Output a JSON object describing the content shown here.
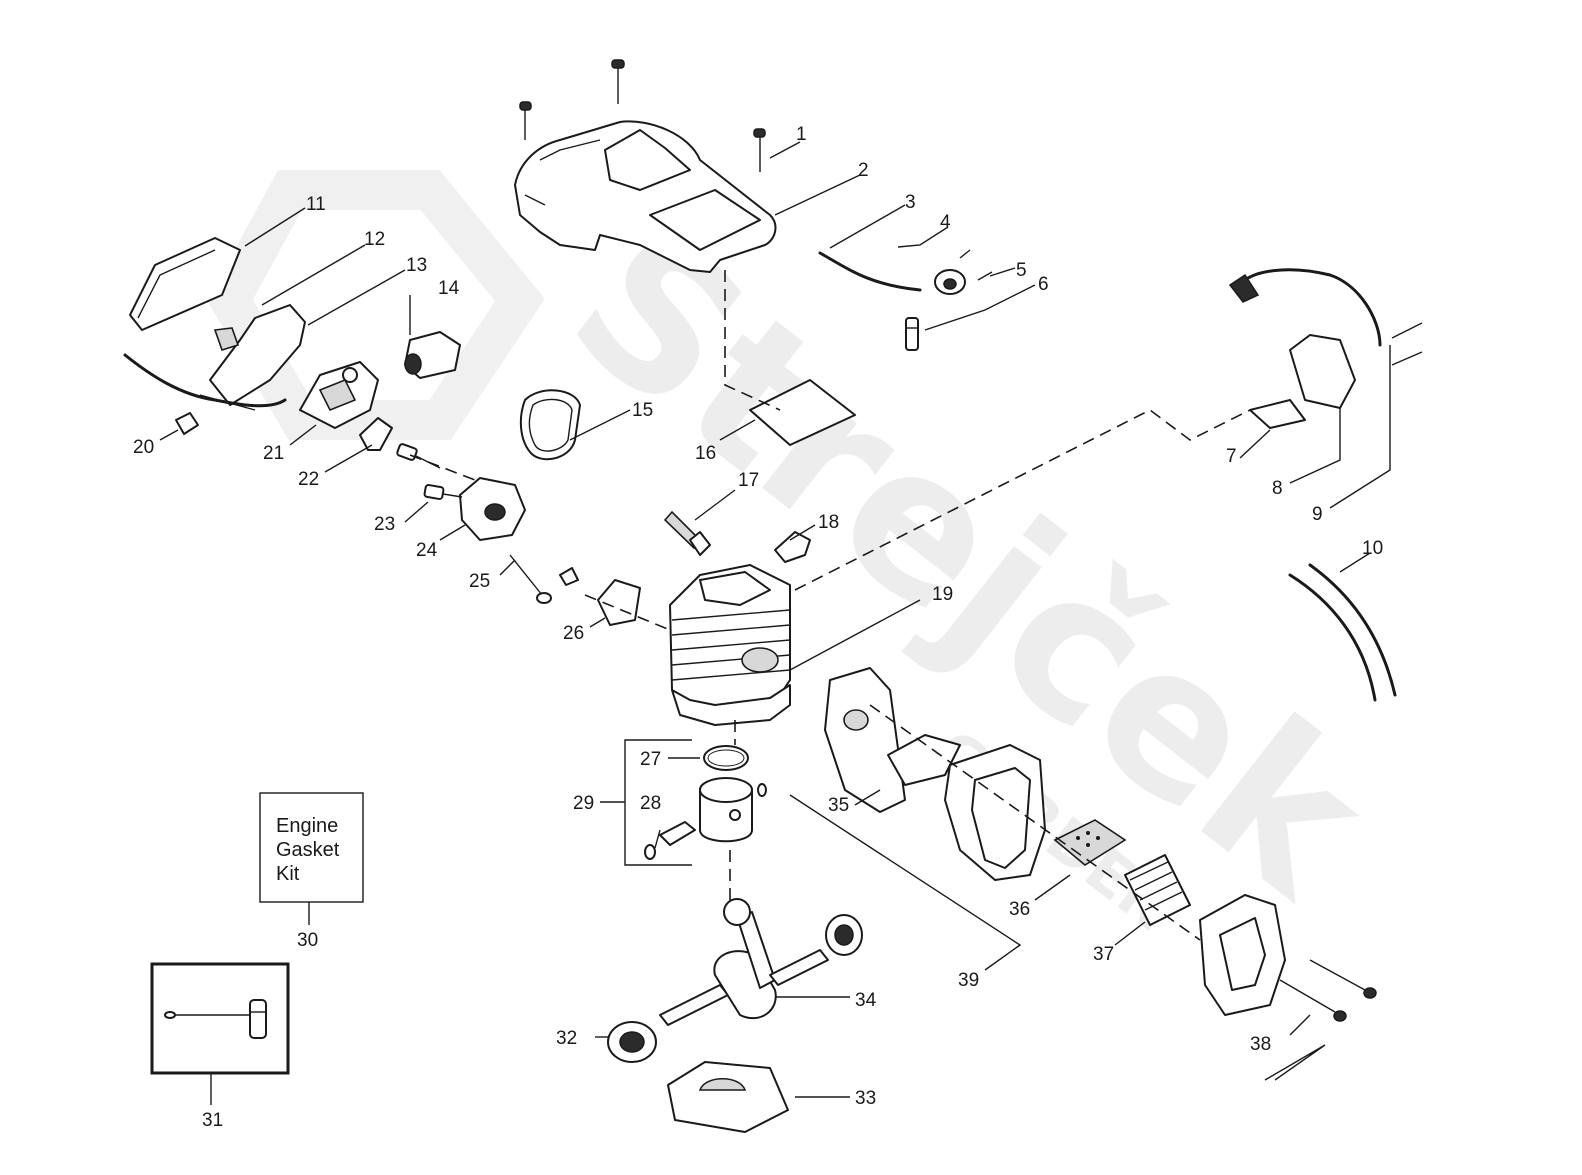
{
  "watermark": {
    "brand": "Strejček",
    "sub": "GARDEN"
  },
  "kit_box": {
    "line1": "Engine",
    "line2": "Gasket",
    "line3": "Kit",
    "number": "30"
  },
  "tool_box": {
    "number": "31"
  },
  "callouts": [
    "1",
    "2",
    "3",
    "4",
    "5",
    "6",
    "7",
    "8",
    "9",
    "10",
    "11",
    "12",
    "13",
    "14",
    "15",
    "16",
    "17",
    "18",
    "19",
    "20",
    "21",
    "22",
    "23",
    "24",
    "25",
    "26",
    "27",
    "28",
    "29",
    "32",
    "33",
    "34",
    "35",
    "36",
    "37",
    "38",
    "39"
  ],
  "icons": [
    "top-cover",
    "spark-plug",
    "cylinder",
    "piston",
    "crankshaft",
    "muffler",
    "ignition-module",
    "carburetor",
    "t-wrench"
  ]
}
